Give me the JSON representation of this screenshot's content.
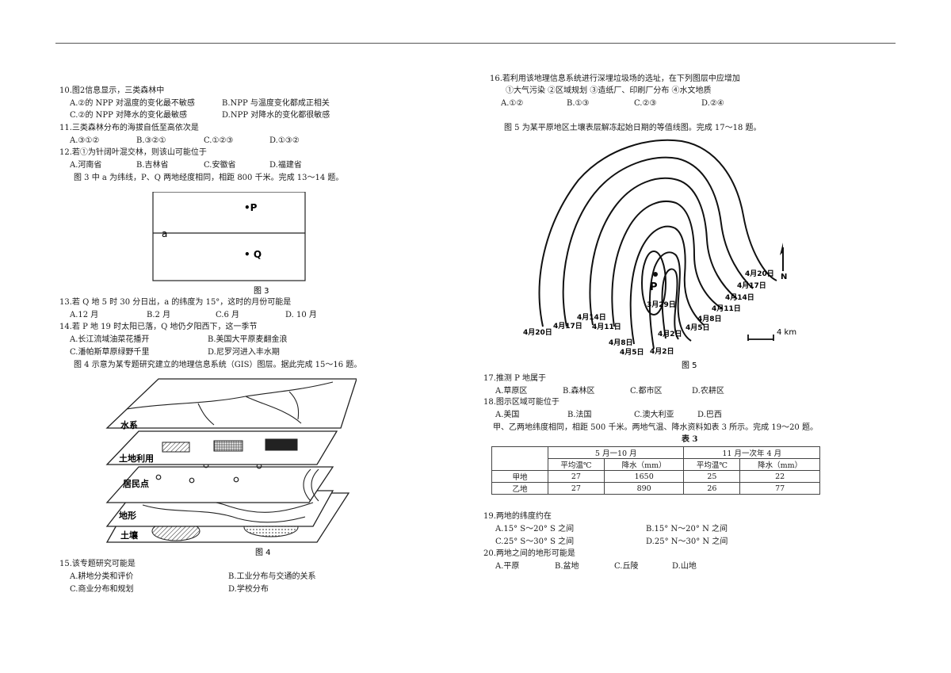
{
  "left": {
    "q10": {
      "stem": "10.图2信息显示，三类森林中",
      "a": "A.②的 NPP 对温度的变化最不敏感",
      "b": "B.NPP 与温度变化都成正相关",
      "c": "C.②的 NPP 对降水的变化最敏感",
      "d": "D.NPP 对降水的变化都很敏感"
    },
    "q11": {
      "stem": "11.三类森林分布的海拔自低至高依次是",
      "a": "A.③①②",
      "b": "B.③②①",
      "c": "C.①②③",
      "d": "D.①③②"
    },
    "q12": {
      "stem": "12.若①为针阔叶混交林，则该山可能位于",
      "a": "A.河南省",
      "b": "B.吉林省",
      "c": "C.安徽省",
      "d": "D.福建省"
    },
    "intro13": "图 3 中 a 为纬线，P、Q 两地经度相同，相距 800 千米。完成 13～14 题。",
    "fig3": {
      "caption": "图 3",
      "label_a": "a",
      "label_p": "•P",
      "label_q": "• Q"
    },
    "q13": {
      "stem": "13.若 Q 地 5 时 30 分日出，a 的纬度为 15°，这时的月份可能是",
      "a": "A.12 月",
      "b": "B.2 月",
      "c": "C.6 月",
      "d": "D.  10 月"
    },
    "q14": {
      "stem": "14.若 P 地 19 时太阳已落，Q 地仍夕阳西下，这一季节",
      "a": "A.长江流域油菜花播开",
      "b": "B.美国大平原麦翻金浪",
      "c": "C.潘帕斯草原绿野千里",
      "d": "D.尼罗河进入丰水期"
    },
    "intro15": "图 4 示意为某专题研究建立的地理信息系统（GIS）图层。据此完成 15～16 题。",
    "fig4": {
      "caption": "图 4",
      "layers": [
        "水系",
        "土地利用",
        "居民点",
        "地形",
        "土壤"
      ]
    },
    "q15": {
      "stem": "15.该专题研究可能是",
      "a": "A.耕地分类和评价",
      "b": "B.工业分布与交通的关系",
      "c": "C.商业分布和规划",
      "d": "D.学校分布"
    }
  },
  "right": {
    "q16": {
      "stem": "16.若利用该地理信息系统进行深埋垃圾场的选址，在下列图层中应增加",
      "options": "①大气污染   ②区域规划   ③造纸厂、印刷厂分布   ④水文地质",
      "a": "A.①②",
      "b": "B.①③",
      "c": "C.②③",
      "d": "D.②④"
    },
    "intro17": "图 5 为某平原地区土壤表层解冻起始日期的等值线图。完成 17～18 题。",
    "fig5": {
      "caption": "图 5",
      "center_label": "P",
      "center_date": "3月29日",
      "north": "N",
      "scale": "4 km",
      "labels": [
        "4月20日",
        "4月17日",
        "4月14日",
        "4月11日",
        "4月8日",
        "4月5日",
        "4月2日"
      ]
    },
    "q17": {
      "stem": "17.推测 P 地属于",
      "a": "A.草原区",
      "b": "B.森林区",
      "c": "C.都市区",
      "d": "D.农耕区"
    },
    "q18": {
      "stem": "18.图示区域可能位于",
      "a": "A.美国",
      "b": "B.法国",
      "c": "C.澳大利亚",
      "d": "D.巴西"
    },
    "intro19": "甲、乙两地纬度相同，相距 500 千米。两地气温、降水资料如表 3 所示。完成 19～20 题。",
    "table": {
      "title": "表 3",
      "period1": "5 月一10 月",
      "period2": "11 月一次年 4 月",
      "sub": [
        "平均温℃",
        "降水（mm）",
        "平均温℃",
        "降水（mm）"
      ],
      "rows": [
        {
          "name": "甲地",
          "vals": [
            "27",
            "1650",
            "25",
            "22"
          ]
        },
        {
          "name": "乙地",
          "vals": [
            "27",
            "890",
            "26",
            "77"
          ]
        }
      ]
    },
    "q19": {
      "stem": "19.两地的纬度约在",
      "a": "A.15° S～20° S 之间",
      "b": "B.15° N～20° N 之间",
      "c": "C.25° S～30° S 之间",
      "d": "D.25° N～30° N 之间"
    },
    "q20": {
      "stem": "20.两地之间的地形可能是",
      "a": "A.平原",
      "b": "B.盆地",
      "c": "C.丘陵",
      "d": "D.山地"
    }
  }
}
